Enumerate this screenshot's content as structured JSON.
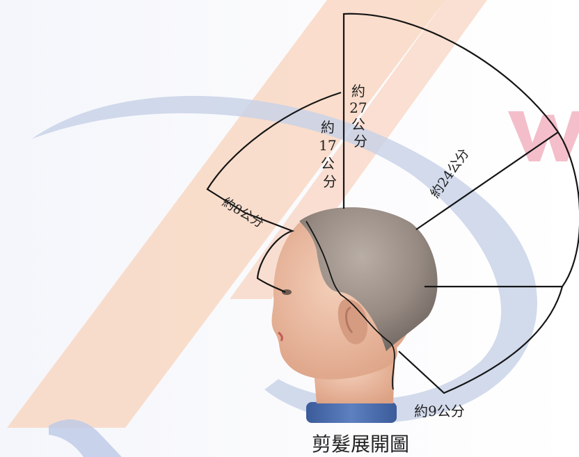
{
  "diagram": {
    "title": "剪髮展開圖",
    "measurements": [
      {
        "id": "m27",
        "lines": [
          "約",
          "27",
          "公",
          "分"
        ]
      },
      {
        "id": "m17",
        "lines": [
          "約",
          "17",
          "公",
          "分"
        ]
      },
      {
        "id": "m24",
        "text": "約24公分"
      },
      {
        "id": "m8",
        "text": "約8公分"
      },
      {
        "id": "m9",
        "text": "約9公分"
      }
    ]
  },
  "colors": {
    "outline": "#151515",
    "watermark_orange": "#f7c6a6",
    "watermark_blue": "#c9d3e8",
    "watermark_red": "#f2b8c4",
    "scalp": "#9a8f88",
    "skin": "#e8b9a0",
    "base": "#4d6fae"
  }
}
